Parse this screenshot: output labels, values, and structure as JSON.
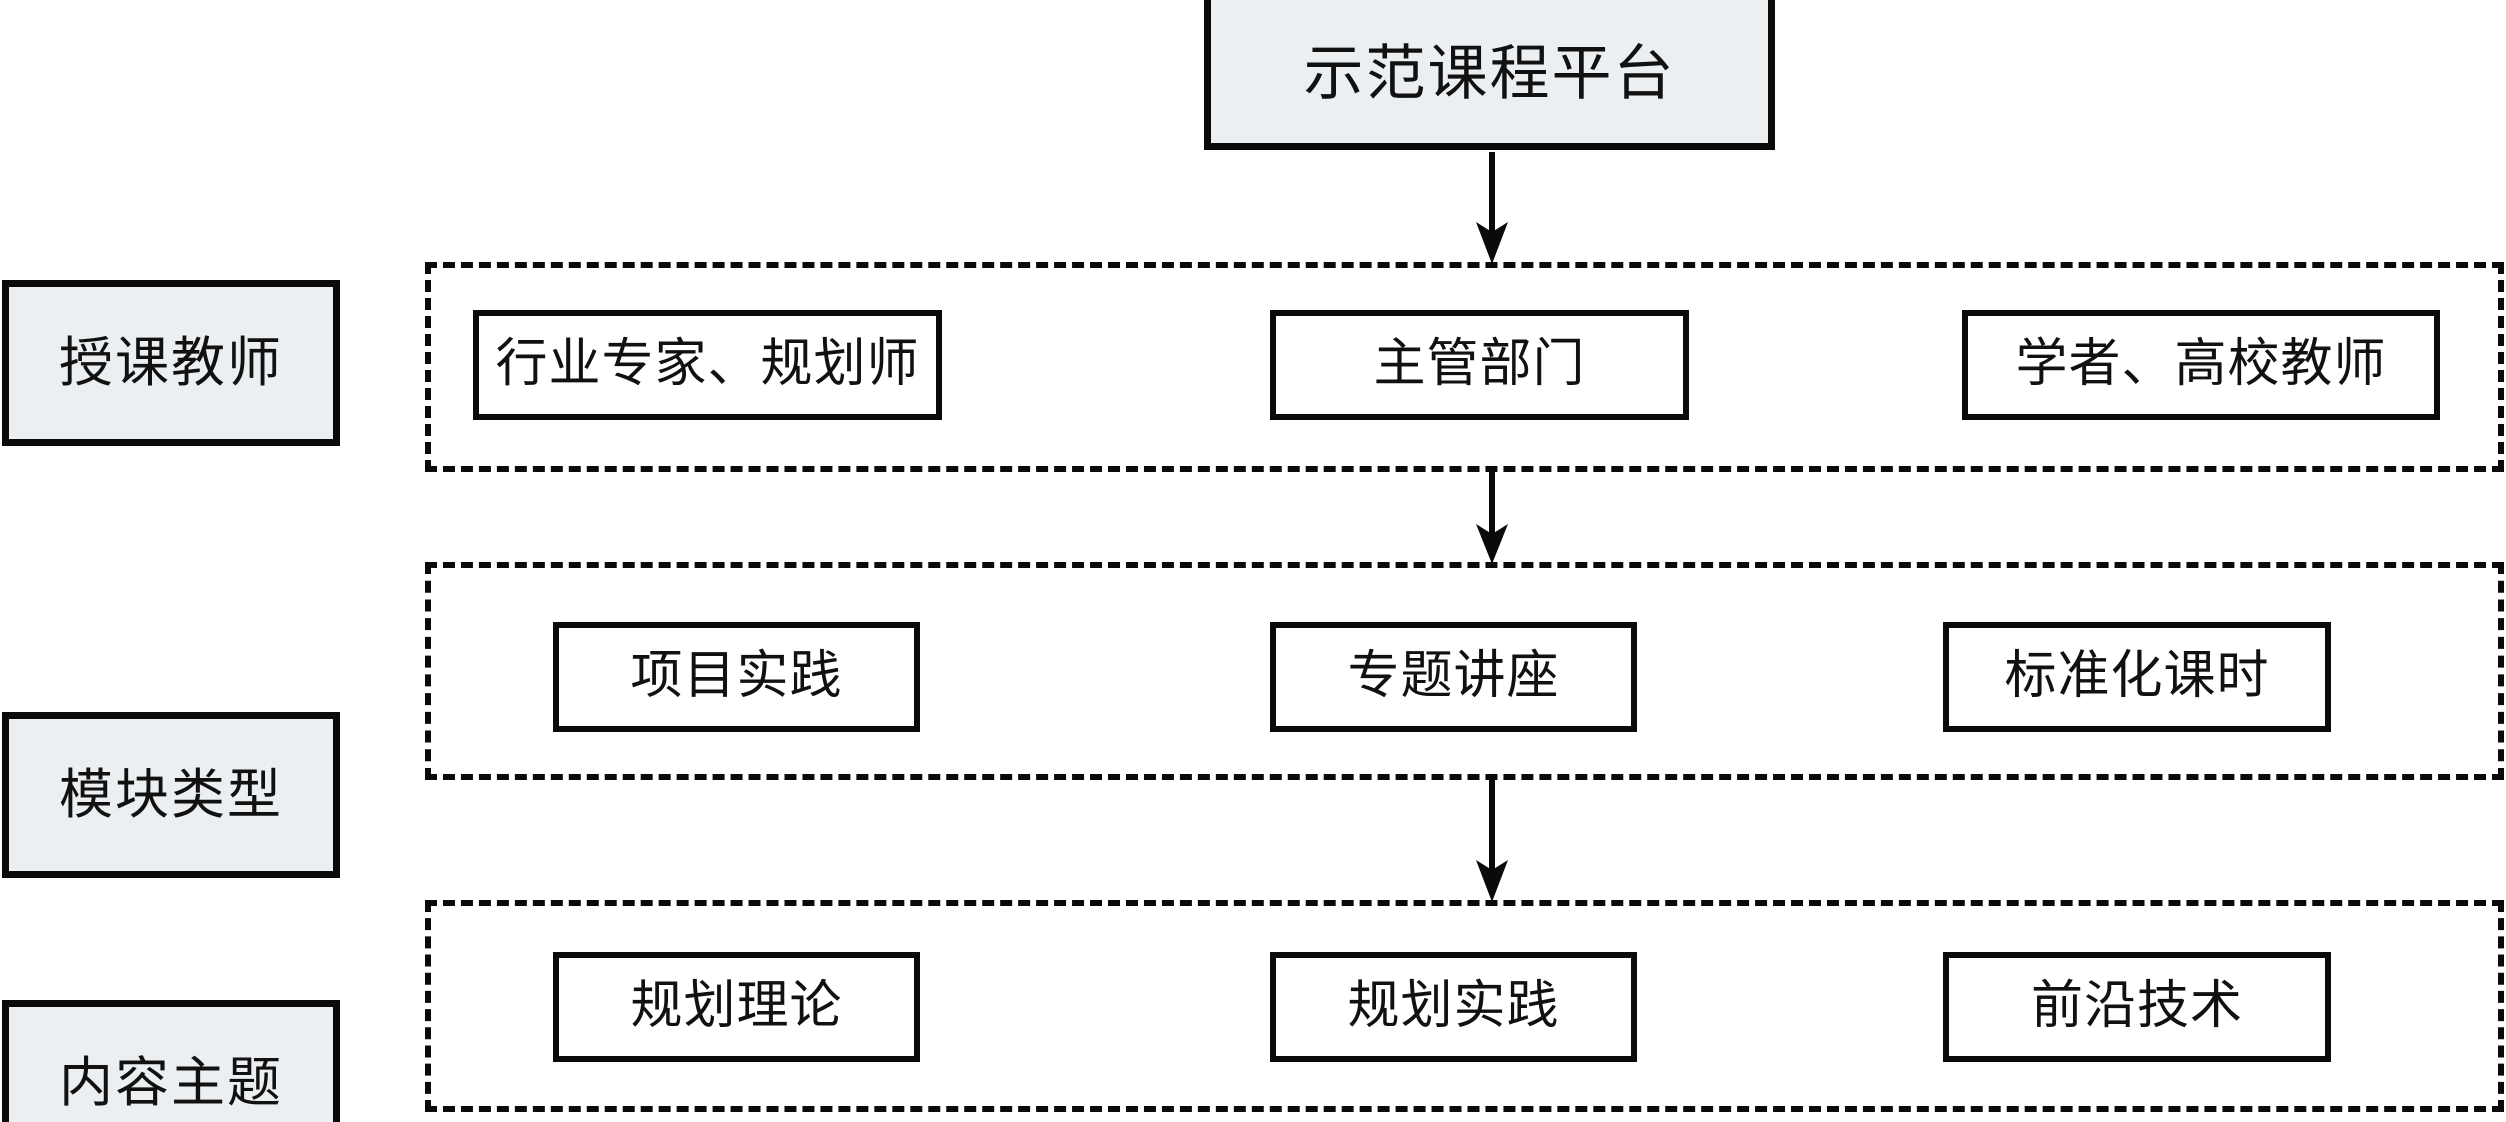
{
  "diagram": {
    "root": {
      "label": "示范课程平台"
    },
    "rows": [
      {
        "category": "授课教师",
        "items": [
          "行业专家、规划师",
          "主管部门",
          "学者、高校教师"
        ]
      },
      {
        "category": "模块类型",
        "items": [
          "项目实践",
          "专题讲座",
          "标准化课时"
        ]
      },
      {
        "category": "内容主题",
        "items": [
          "规划理论",
          "规划实践",
          "前沿技术"
        ]
      }
    ],
    "arrows": [
      {
        "name": "arrow-root-to-row1"
      },
      {
        "name": "arrow-row1-to-row2"
      },
      {
        "name": "arrow-row2-to-row3"
      }
    ],
    "colors": {
      "node_fill": "#eceff1",
      "item_fill": "#ffffff",
      "stroke": "#0a0a0a",
      "text": "#111111",
      "background": "#ffffff"
    }
  }
}
